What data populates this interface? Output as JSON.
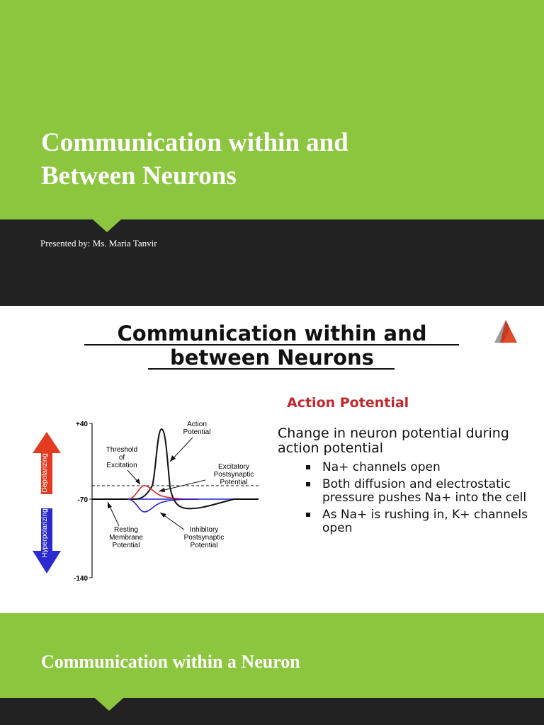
{
  "slide1": {
    "title_line1": "Communication within and",
    "title_line2": "Between Neurons",
    "presenter": "Presented by: Ms. Maria Tanvir"
  },
  "slide2": {
    "title_line1": "Communication within and",
    "title_line2": "between Neurons",
    "section_heading": "Action Potential",
    "description": "Change in neuron potential during action potential",
    "bullets": [
      "Na+ channels open",
      "Both diffusion and electrostatic pressure pushes Na+ into the cell",
      "As Na+ is rushing in, K+ channels open"
    ],
    "figure": {
      "y_ticks": [
        "+40",
        "-70",
        "-140"
      ],
      "depolarizing_label": "Depolarizing",
      "hyperpolarizing_label": "Hyperpolarizing",
      "annotations": {
        "threshold": [
          "Threshold",
          "of",
          "Excitation"
        ],
        "action_potential": [
          "Action",
          "Potential"
        ],
        "epsp": [
          "Excitatory",
          "Postsynaptic",
          "Potential"
        ],
        "resting": [
          "Resting",
          "Membrane",
          "Potential"
        ],
        "ipsp": [
          "Inhibitory",
          "Postsynaptic",
          "Potential"
        ]
      },
      "colors": {
        "depolarizing_arrow": "#e23b1f",
        "hyperpolarizing_arrow": "#2a2ad0",
        "action_potential_curve": "#111111",
        "epsp_curve": "#e02020",
        "ipsp_curve": "#2020d0"
      }
    }
  },
  "slide3": {
    "title": "Communication within a Neuron"
  },
  "colors": {
    "accent_green": "#8cc63f",
    "dark_band": "#222222",
    "heading_red": "#c0272d"
  }
}
